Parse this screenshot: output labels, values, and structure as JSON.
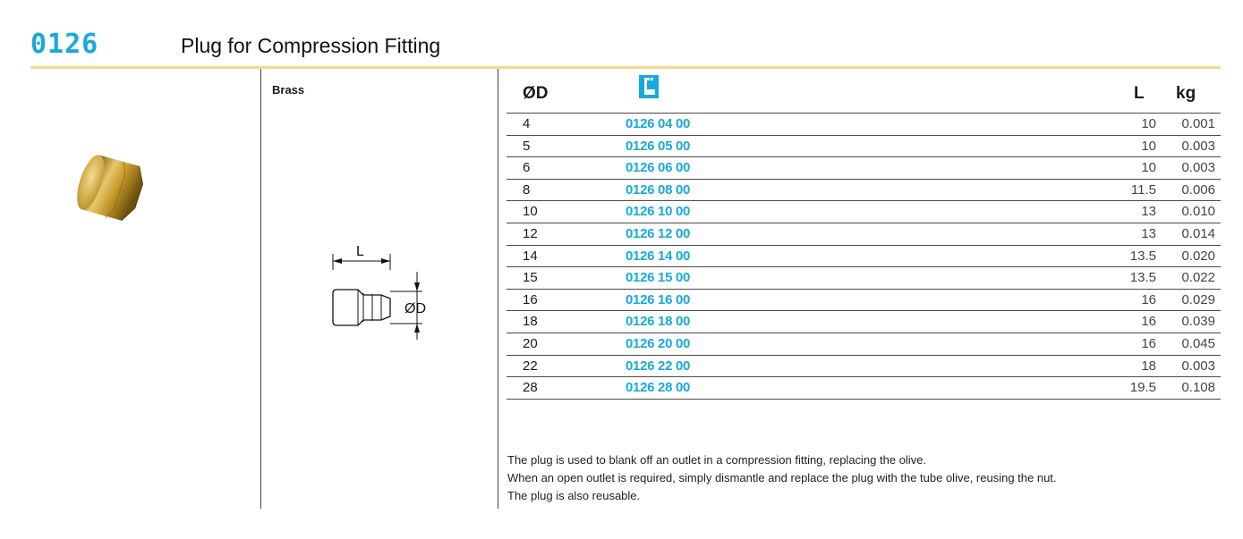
{
  "header": {
    "code": "0126",
    "title": "Plug for Compression Fitting"
  },
  "product": {
    "material": "Brass",
    "photo_icon": "brass-plug-photo",
    "diagram": {
      "length_label": "L",
      "diameter_label": "ØD"
    }
  },
  "table": {
    "columns": {
      "diameter": "ØD",
      "article_icon": "article-number-icon",
      "length": "L",
      "weight": "kg"
    },
    "rows": [
      {
        "d": "4",
        "article": "0126 04 00",
        "l": "10",
        "kg": "0.001"
      },
      {
        "d": "5",
        "article": "0126 05 00",
        "l": "10",
        "kg": "0.003"
      },
      {
        "d": "6",
        "article": "0126 06 00",
        "l": "10",
        "kg": "0.003"
      },
      {
        "d": "8",
        "article": "0126 08 00",
        "l": "11.5",
        "kg": "0.006"
      },
      {
        "d": "10",
        "article": "0126 10 00",
        "l": "13",
        "kg": "0.010"
      },
      {
        "d": "12",
        "article": "0126 12 00",
        "l": "13",
        "kg": "0.014"
      },
      {
        "d": "14",
        "article": "0126 14 00",
        "l": "13.5",
        "kg": "0.020"
      },
      {
        "d": "15",
        "article": "0126 15 00",
        "l": "13.5",
        "kg": "0.022"
      },
      {
        "d": "16",
        "article": "0126 16 00",
        "l": "16",
        "kg": "0.029"
      },
      {
        "d": "18",
        "article": "0126 18 00",
        "l": "16",
        "kg": "0.039"
      },
      {
        "d": "20",
        "article": "0126 20 00",
        "l": "16",
        "kg": "0.045"
      },
      {
        "d": "22",
        "article": "0126 22 00",
        "l": "18",
        "kg": "0.003"
      },
      {
        "d": "28",
        "article": "0126 28 00",
        "l": "19.5",
        "kg": "0.108"
      }
    ]
  },
  "notes": [
    "The plug is used to blank off an outlet in a compression fitting, replacing the olive.",
    "When an open outlet is required, simply dismantle and replace the plug with the tube olive, reusing the nut.",
    "The plug is also reusable."
  ],
  "colors": {
    "accent": "#18a9dc",
    "rule": "#f5d98a",
    "brass": "#c9a22e"
  }
}
